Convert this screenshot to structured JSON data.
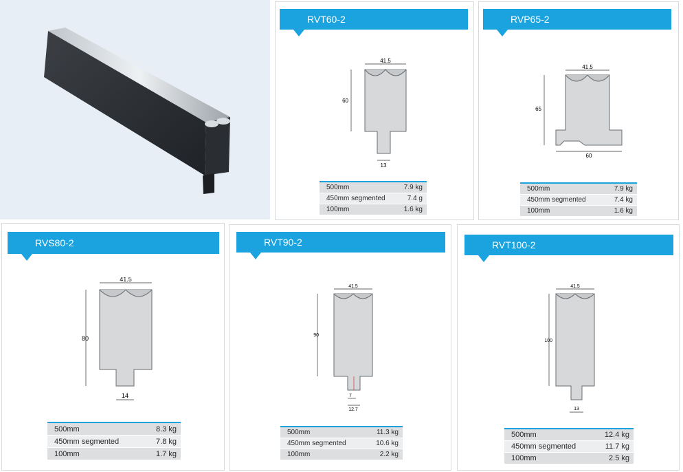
{
  "cards": [
    {
      "id": "rvt60",
      "title": "RVT60-2",
      "dims": {
        "width": "41.5",
        "height": "60",
        "tang": "13"
      },
      "weights": [
        {
          "label": "500mm",
          "value": "7.9 kg"
        },
        {
          "label": "450mm segmented",
          "value": "7.4 g"
        },
        {
          "label": "100mm",
          "value": "1.6 kg"
        }
      ]
    },
    {
      "id": "rvp65",
      "title": "RVP65-2",
      "dims": {
        "width": "41.5",
        "height": "65",
        "base": "60"
      },
      "weights": [
        {
          "label": "500mm",
          "value": "7.9 kg"
        },
        {
          "label": "450mm segmented",
          "value": "7.4 kg"
        },
        {
          "label": "100mm",
          "value": "1.6 kg"
        }
      ]
    },
    {
      "id": "rvs80",
      "title": "RVS80-2",
      "dims": {
        "width": "41.5",
        "height": "80",
        "tang": "14"
      },
      "weights": [
        {
          "label": "500mm",
          "value": "8.3 kg"
        },
        {
          "label": "450mm segmented",
          "value": "7.8 kg"
        },
        {
          "label": "100mm",
          "value": "1.7 kg"
        }
      ]
    },
    {
      "id": "rvt90",
      "title": "RVT90-2",
      "dims": {
        "width": "41.5",
        "height": "90",
        "tang_inner": "7",
        "tang": "12.7"
      },
      "weights": [
        {
          "label": "500mm",
          "value": "11.3 kg"
        },
        {
          "label": "450mm segmented",
          "value": "10.6 kg"
        },
        {
          "label": "100mm",
          "value": "2.2 kg"
        }
      ]
    },
    {
      "id": "rvt100",
      "title": "RVT100-2",
      "dims": {
        "width": "41.5",
        "height": "100",
        "tang": "13"
      },
      "weights": [
        {
          "label": "500mm",
          "value": "12.4 kg"
        },
        {
          "label": "450mm segmented",
          "value": "11.7 kg"
        },
        {
          "label": "100mm",
          "value": "2.5 kg"
        }
      ]
    }
  ],
  "colors": {
    "accent": "#1aa3df",
    "tool_fill": "#d6d8da",
    "tool_stroke": "#6a6e72"
  }
}
